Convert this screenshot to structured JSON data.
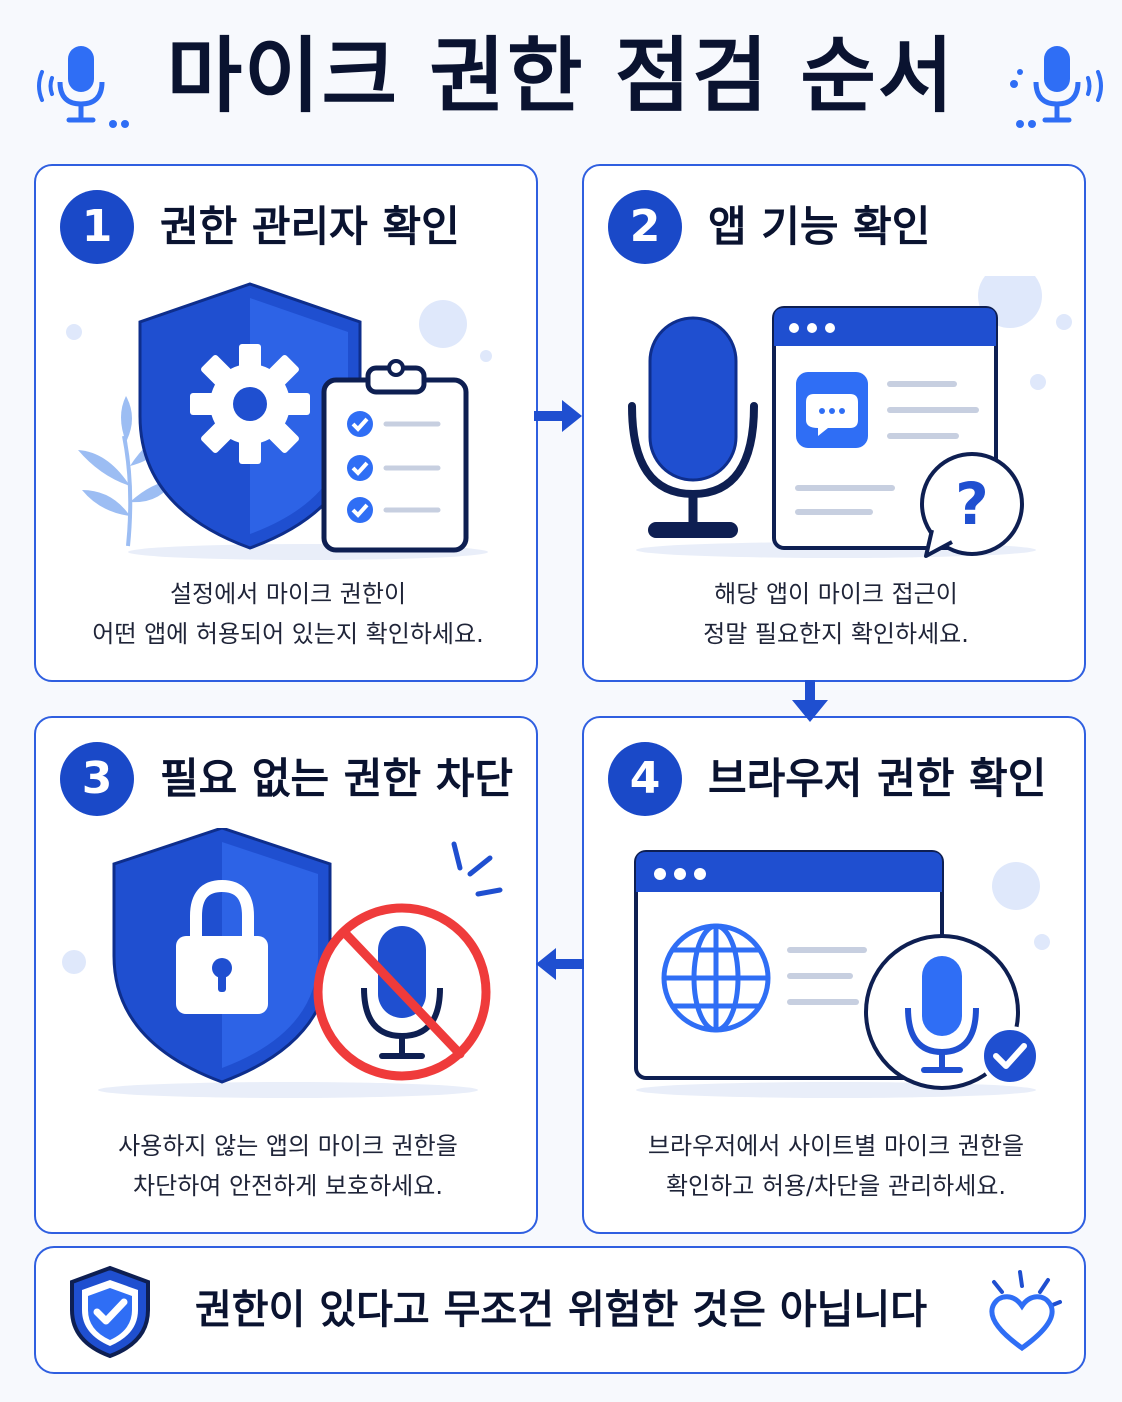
{
  "title": "마이크 권한 점검 순서",
  "colors": {
    "primary": "#1a49c8",
    "accent": "#2f6ef5",
    "light": "#dfe8fb",
    "danger": "#ef3b3b",
    "navy": "#0e1f52"
  },
  "steps": [
    {
      "number": "1",
      "title": "권한 관리자 확인",
      "desc_line1": "설정에서 마이크 권한이",
      "desc_line2": "어떤 앱에 허용되어 있는지 확인하세요.",
      "icons": [
        "shield-gear-icon",
        "clipboard-checklist-icon",
        "leaf-icon"
      ]
    },
    {
      "number": "2",
      "title": "앱 기능 확인",
      "desc_line1": "해당 앱이 마이크 접근이",
      "desc_line2": "정말 필요한지 확인하세요.",
      "icons": [
        "microphone-icon",
        "app-window-icon",
        "chat-icon",
        "question-bubble-icon"
      ]
    },
    {
      "number": "3",
      "title": "필요 없는 권한 차단",
      "desc_line1": "사용하지 않는 앱의 마이크 권한을",
      "desc_line2": "차단하여 안전하게 보호하세요.",
      "icons": [
        "shield-lock-icon",
        "mic-blocked-icon"
      ]
    },
    {
      "number": "4",
      "title": "브라우저 권한 확인",
      "desc_line1": "브라우저에서 사이트별 마이크 권한을",
      "desc_line2": "확인하고 허용/차단을 관리하세요.",
      "icons": [
        "browser-window-icon",
        "globe-icon",
        "mic-check-icon"
      ]
    }
  ],
  "footer": {
    "text": "권한이 있다고 무조건 위험한 것은 아닙니다",
    "icons": [
      "shield-check-icon",
      "heart-icon"
    ]
  }
}
